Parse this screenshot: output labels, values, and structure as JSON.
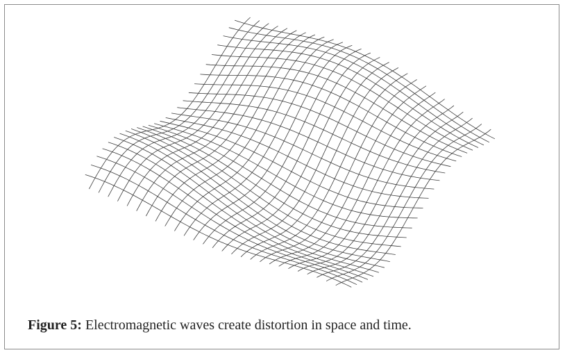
{
  "figure": {
    "label": "Figure 5:",
    "caption": " Electromagnetic waves create distortion in space and time."
  },
  "illustration": {
    "subject": "wavy-mesh-surface",
    "line_color": "#3a3a3a"
  }
}
